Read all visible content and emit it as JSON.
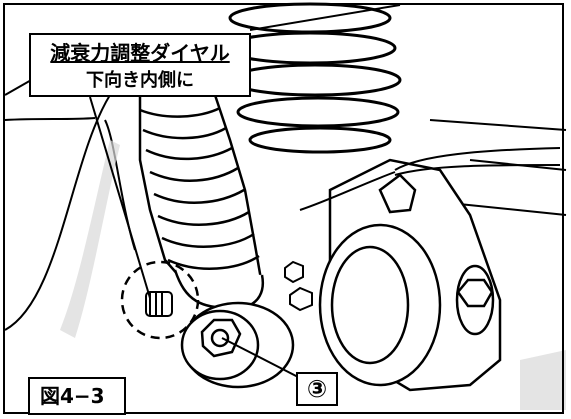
{
  "callout": {
    "title": "減衰力調整ダイヤル",
    "subtitle": "下向き内側に"
  },
  "figure_label": "図4−3",
  "part_marker": "③",
  "colors": {
    "line": "#000000",
    "background": "#ffffff",
    "shadow": "#d9d9d9"
  },
  "icons": {
    "damper_dial_highlight": "dashed-circle",
    "leader": "leader-line"
  }
}
